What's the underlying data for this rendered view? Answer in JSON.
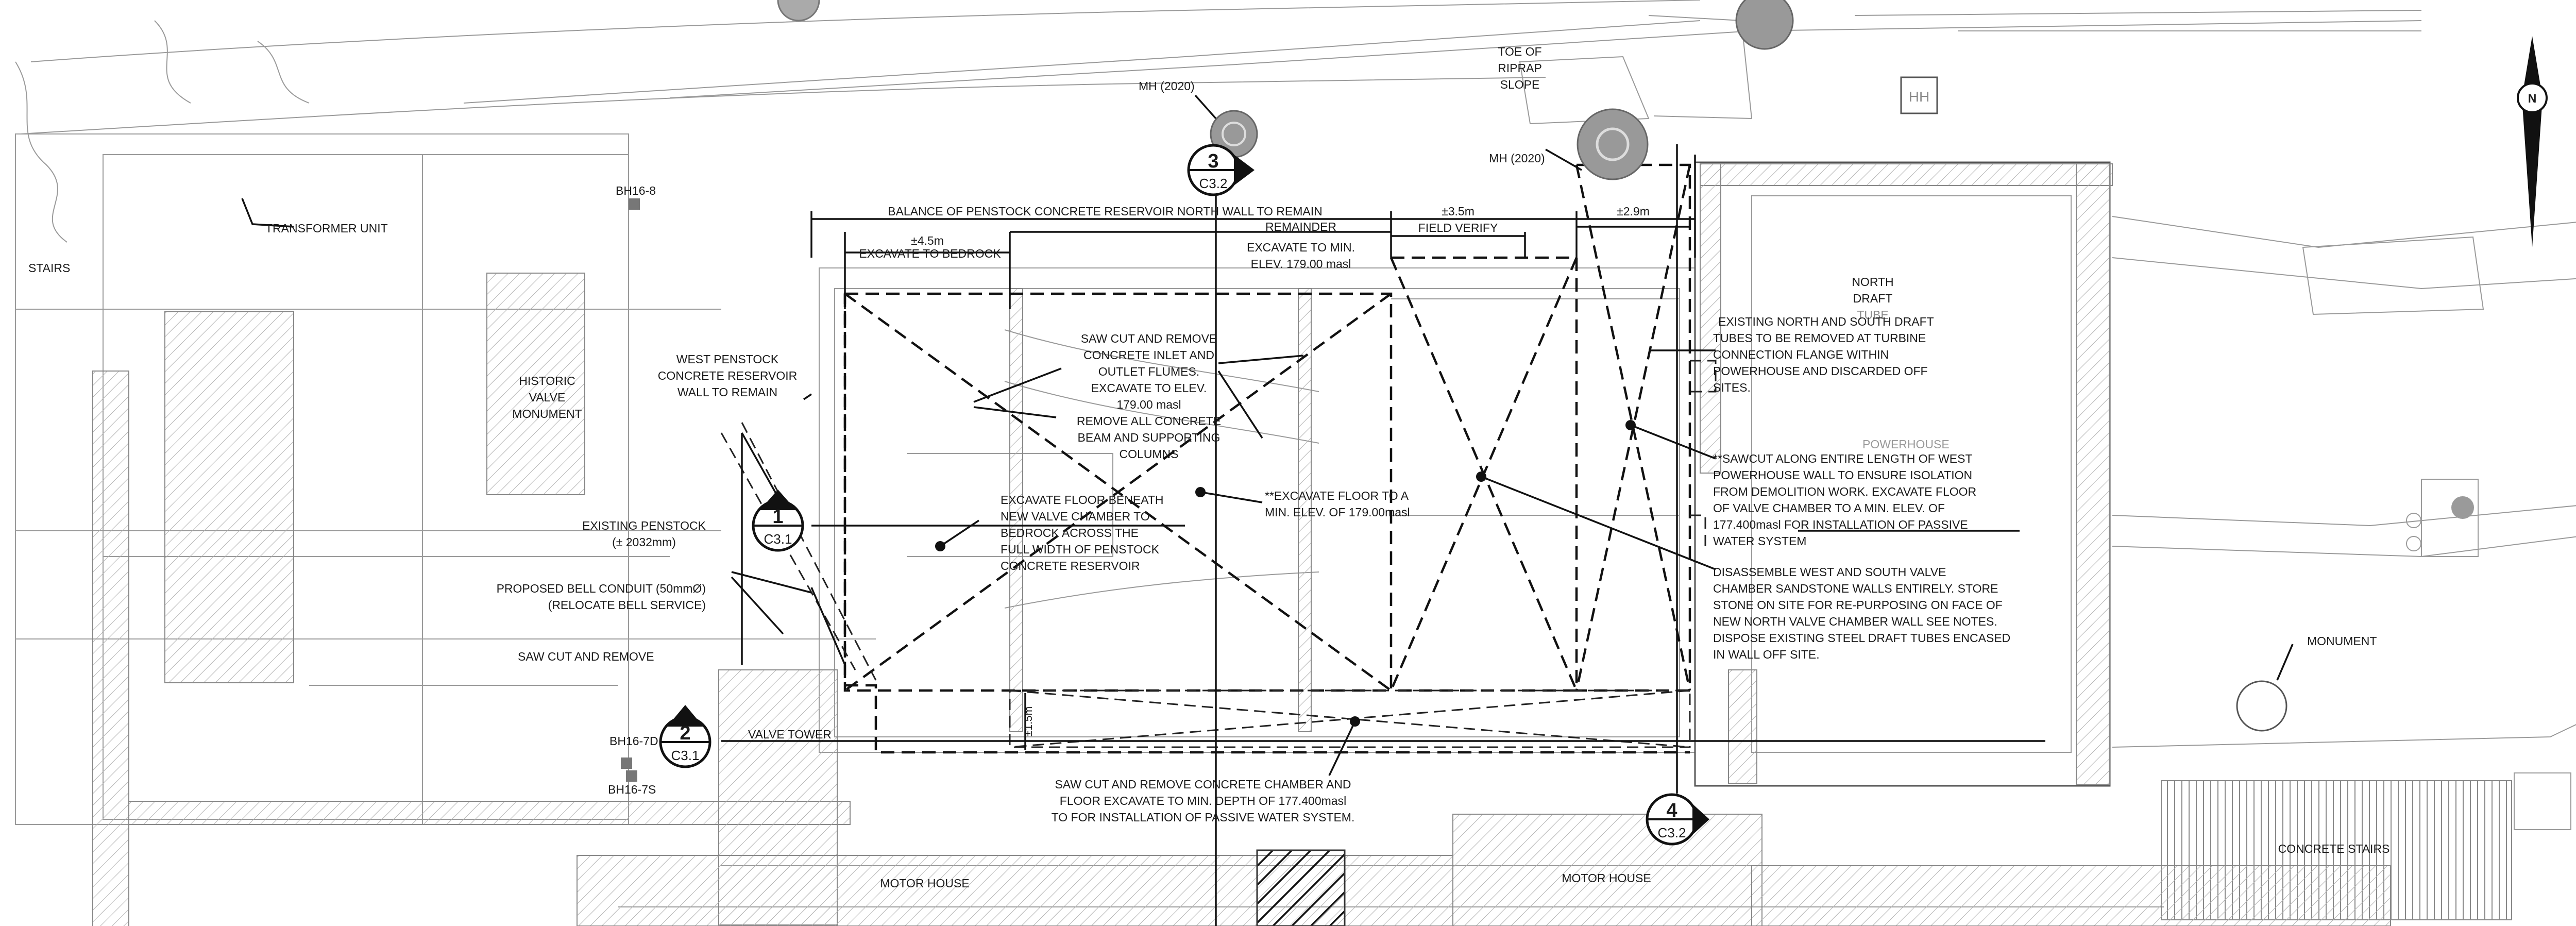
{
  "drawing": {
    "notes": {
      "mh_2020_left": "MH (2020)",
      "mh_2020_right": "MH (2020)",
      "toe_of_riprap": [
        "TOE OF",
        "RIPRAP",
        "SLOPE"
      ],
      "transformer_unit": "TRANSFORMER UNIT",
      "stairs": "STAIRS",
      "bh16_8": "BH16-8",
      "historic_valve_monument": [
        "HISTORIC",
        "VALVE",
        "MONUMENT"
      ],
      "west_penstock_wall": [
        "WEST PENSTOCK",
        "CONCRETE RESERVOIR",
        "WALL TO REMAIN"
      ],
      "existing_penstock": [
        "EXISTING PENSTOCK",
        "(± 2032mm)"
      ],
      "proposed_bell_conduit": [
        "PROPOSED BELL CONDUIT (50mmØ)",
        "(RELOCATE BELL SERVICE)"
      ],
      "saw_cut_remove": "SAW CUT AND REMOVE",
      "bh16_7d": "BH16-7D",
      "bh16_7s": "BH16-7S",
      "valve_tower": "VALVE TOWER",
      "motor_house_left": "MOTOR HOUSE",
      "motor_house_right": "MOTOR HOUSE",
      "balance_north_wall": "BALANCE OF PENSTOCK CONCRETE RESERVOIR NORTH WALL TO REMAIN",
      "dim_45": "±4.5m",
      "excavate_bedrock": "EXCAVATE TO BEDROCK",
      "remainder": "REMAINDER",
      "excavate_min_elev": [
        "EXCAVATE TO MIN.",
        "ELEV. 179.00 masl"
      ],
      "dim_35": "±3.5m",
      "field_verify": "FIELD VERIFY",
      "dim_29": "±2.9m",
      "saw_cut_inlet": [
        "SAW CUT AND REMOVE",
        "CONCRETE INLET AND",
        "OUTLET FLUMES.",
        "EXCAVATE TO ELEV.",
        "179.00 masl",
        "REMOVE ALL CONCRETE",
        "BEAM AND SUPPORTING",
        "COLUMNS"
      ],
      "excavate_floor_beneath": [
        "EXCAVATE FLOOR BENEATH",
        "NEW VALVE CHAMBER TO",
        "BEDROCK ACROSS THE",
        "FULL WIDTH OF PENSTOCK",
        "CONCRETE RESERVOIR"
      ],
      "excavate_floor_min": [
        "**EXCAVATE FLOOR TO A",
        "MIN. ELEV. OF 179.00masl"
      ],
      "dim_15": "±1.5m",
      "saw_cut_chamber": [
        "SAW CUT AND REMOVE CONCRETE CHAMBER AND",
        "FLOOR EXCAVATE TO MIN. DEPTH OF 177.400masl",
        "TO FOR INSTALLATION OF PASSIVE WATER SYSTEM."
      ],
      "north_draft_tube": [
        "NORTH",
        "DRAFT",
        "TUBE"
      ],
      "existing_draft_tubes": [
        "EXISTING NORTH AND SOUTH DRAFT",
        "TUBES TO BE REMOVED AT TURBINE",
        "CONNECTION FLANGE WITHIN",
        "POWERHOUSE AND DISCARDED OFF",
        "SITES."
      ],
      "powerhouse_fragment": "POWERHOUSE",
      "sawcut_along": [
        "**SAWCUT ALONG ENTIRE LENGTH OF WEST",
        "POWERHOUSE WALL TO ENSURE ISOLATION",
        "FROM DEMOLITION WORK. EXCAVATE FLOOR",
        "OF VALVE CHAMBER TO A MIN. ELEV. OF",
        "177.400masl FOR INSTALLATION OF PASSIVE",
        "WATER SYSTEM"
      ],
      "disassemble": [
        "DISASSEMBLE  WEST AND SOUTH VALVE",
        "CHAMBER SANDSTONE WALLS ENTIRELY. STORE",
        "STONE ON SITE FOR RE-PURPOSING ON FACE OF",
        "NEW NORTH VALVE CHAMBER WALL SEE NOTES.",
        "DISPOSE EXISTING STEEL DRAFT TUBES ENCASED",
        "IN WALL OFF SITE."
      ],
      "monument": "MONUMENT",
      "concrete_stairs": "CONCRETE STAIRS",
      "hh": "HH",
      "north_arrow_letter": "N"
    },
    "section_callouts": [
      {
        "id": "1",
        "sheet": "C3.1"
      },
      {
        "id": "2",
        "sheet": "C3.1"
      },
      {
        "id": "3",
        "sheet": "C3.2"
      },
      {
        "id": "4",
        "sheet": "C3.2"
      }
    ]
  }
}
